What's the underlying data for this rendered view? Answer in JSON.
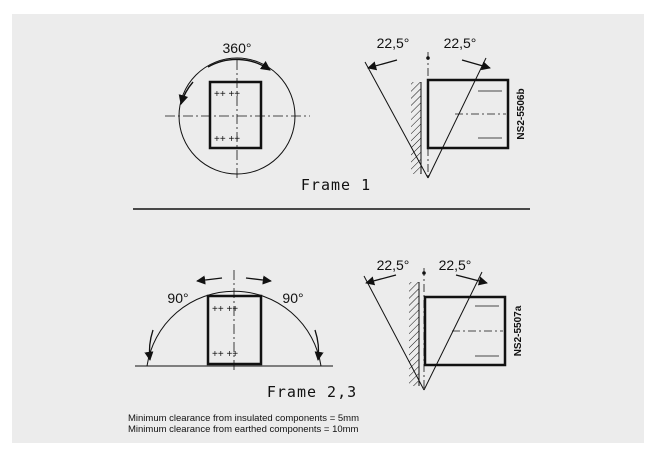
{
  "top_diagram": {
    "rotation_label": "360°",
    "angle_left": "22,5°",
    "angle_right": "22,5°",
    "drawing_number": "NS2-5506b",
    "frame_label": "Frame  1"
  },
  "bottom_diagram": {
    "rotation_left": "90°",
    "rotation_right": "90°",
    "angle_left": "22,5°",
    "angle_right": "22,5°",
    "drawing_number": "NS2-5507a",
    "frame_label": "Frame  2,3"
  },
  "notes": [
    "Minimum clearance from insulated components = 5mm",
    "Minimum clearance from earthed components = 10mm"
  ],
  "colors": {
    "background": "#ececec",
    "ink": "#111111"
  }
}
